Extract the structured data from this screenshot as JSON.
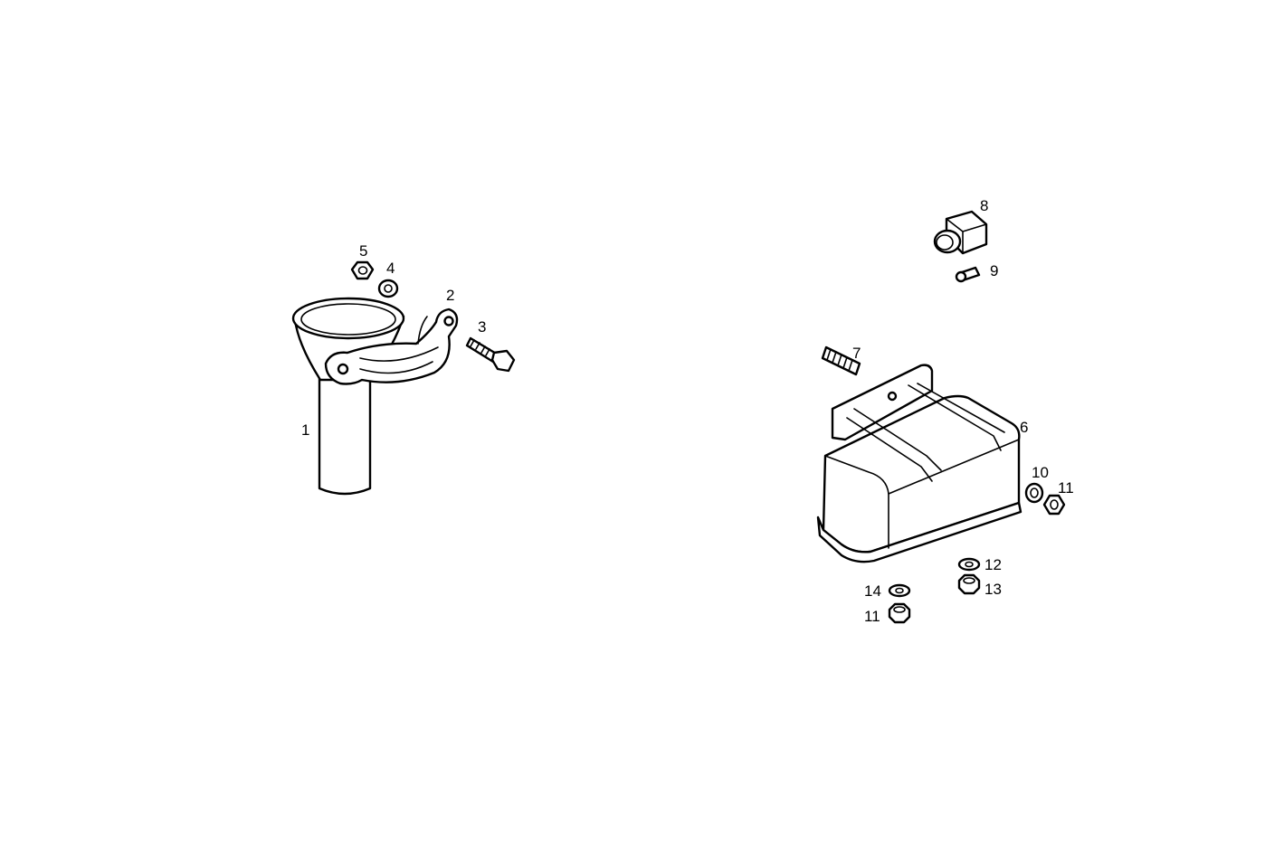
{
  "diagram": {
    "background": "#ffffff",
    "line_color": "#000000",
    "callouts": {
      "c1": "1",
      "c2": "2",
      "c3": "3",
      "c4": "4",
      "c5": "5",
      "c6": "6",
      "c7": "7",
      "c8": "8",
      "c9": "9",
      "c10": "10",
      "c11a": "11",
      "c11b": "11",
      "c12": "12",
      "c13": "13",
      "c14": "14"
    }
  }
}
